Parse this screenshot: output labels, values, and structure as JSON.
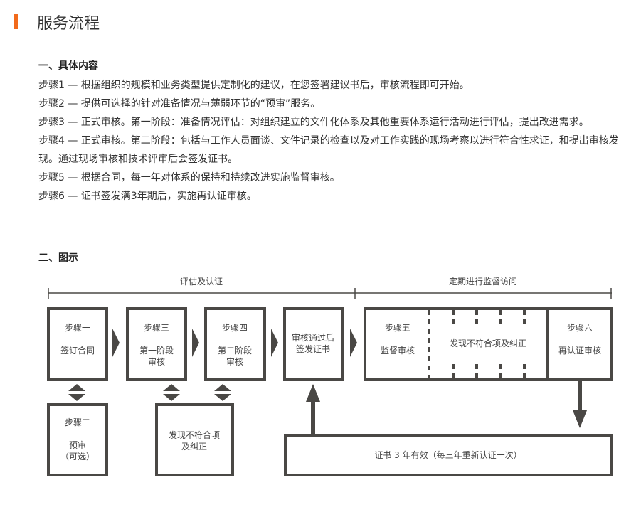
{
  "colors": {
    "accent": "#f26a1b",
    "diagram": "#4a4845"
  },
  "title": "服务流程",
  "section1": {
    "heading": "一、具体内容",
    "steps": [
      "步骤1 — 根据组织的规模和业务类型提供定制化的建议，在您签署建议书后，审核流程即可开始。",
      "步骤2 — 提供可选择的针对准备情况与薄弱环节的“预审”服务。",
      "步骤3 — 正式审核。第一阶段：准备情况评估：对组织建立的文件化体系及其他重要体系运行活动进行评估，提出改进需求。",
      "步骤4 — 正式审核。第二阶段：包括与工作人员面谈、文件记录的检查以及对工作实践的现场考察以进行符合性求证，和提出审核发现。通过现场审核和技术评审后会签发证书。",
      "步骤5 — 根据合同，每一年对体系的保持和持续改进实施监督审核。",
      "步骤6 — 证书签发满3年期后，实施再认证审核。"
    ]
  },
  "section2": {
    "heading": "二、图示"
  },
  "diagram": {
    "phase1": "评估及认证",
    "phase2": "定期进行监督访问",
    "box1": {
      "t": "步骤一",
      "l1": "签订合同"
    },
    "box3": {
      "t": "步骤三",
      "l1": "第一阶段",
      "l2": "审核"
    },
    "box4": {
      "t": "步骤四",
      "l1": "第二阶段",
      "l2": "审核"
    },
    "box_cert": {
      "l1": "审核通过后",
      "l2": "签发证书"
    },
    "box5": {
      "t": "步骤五",
      "l1": "监督审核"
    },
    "box_nc": "发现不符合项及纠正",
    "box6": {
      "t": "步骤六",
      "l1": "再认证审核"
    },
    "box2": {
      "t": "步骤二",
      "l1": "预审",
      "l2": "（可选）"
    },
    "box_nc2": {
      "l1": "发现不符合项",
      "l2": "及纠正"
    },
    "validity": "证书 3 年有效（每三年重新认证一次）"
  }
}
